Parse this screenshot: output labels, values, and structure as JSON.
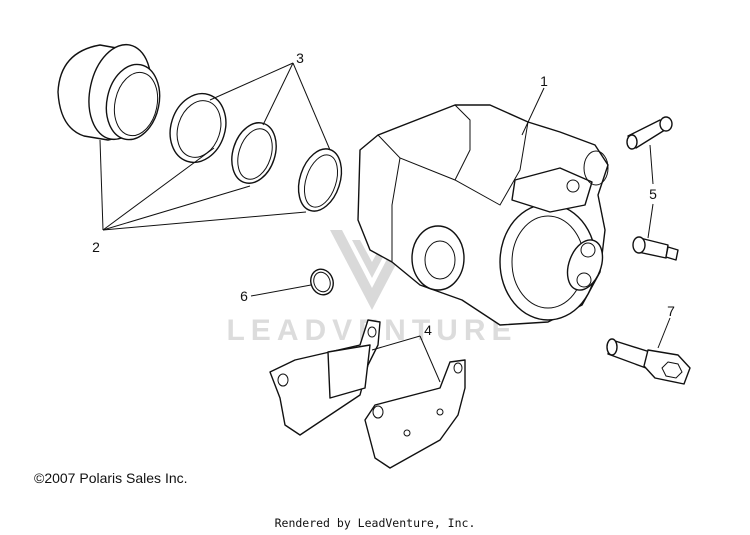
{
  "callouts": {
    "c1": "1",
    "c2": "2",
    "c3": "3",
    "c4": "4",
    "c5": "5",
    "c6": "6",
    "c7": "7"
  },
  "watermark": {
    "text": "LEADVENTURE"
  },
  "copyright": "©2007 Polaris Sales Inc.",
  "footer": "Rendered by LeadVenture, Inc."
}
